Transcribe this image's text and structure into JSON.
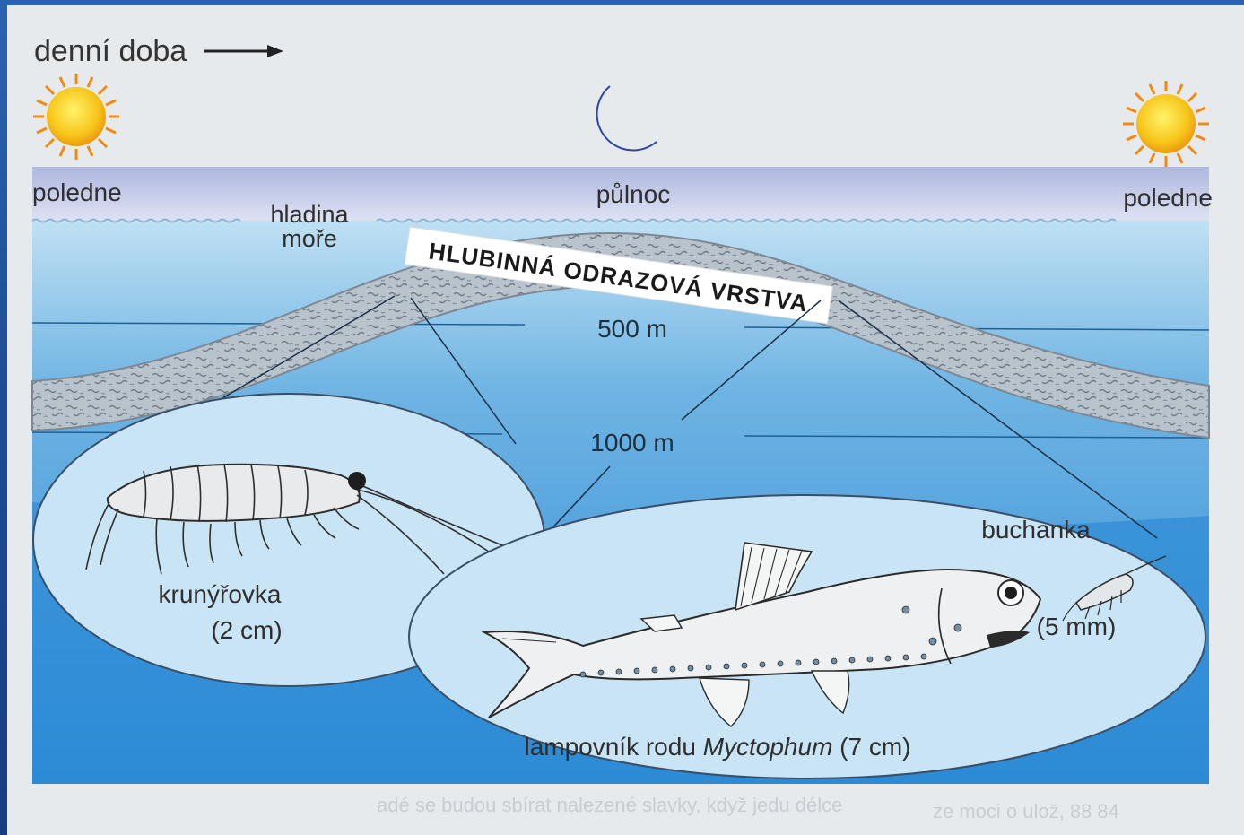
{
  "header": {
    "time_axis_label": "denní doba"
  },
  "sky": {
    "left_label": "poledne",
    "center_label": "půlnoc",
    "right_label": "poledne",
    "icons": [
      "sun-icon",
      "moon-icon",
      "sun-icon"
    ]
  },
  "sea": {
    "surface_label_line1": "hladina",
    "surface_label_line2": "moře",
    "layer_label": "HLUBINNÁ ODRAZOVÁ VRSTVA",
    "depth_500": "500 m",
    "depth_1000": "1000 m"
  },
  "organisms": {
    "krill_name": "krunýřovka",
    "krill_size": "(2 cm)",
    "copepod_name": "buchanka",
    "copepod_size": "(5 mm)",
    "fish_name_prefix": "lampovník rodu ",
    "fish_genus": "Myctophum",
    "fish_size": " (7 cm)"
  },
  "colors": {
    "background_blue": "#1e4f95",
    "paper": "#e6eaec",
    "sky_band": "#c5cde9",
    "water_light": "#a8d2ec",
    "water_deep": "#2f8fd8",
    "layer_speckle": "#a8b2bd",
    "sun": "#f6c21a",
    "moon": "#3f5fcf"
  },
  "bottom_text": {
    "left": "adé se budou sbírat nalezené slavky, když jedu délce",
    "right": "ze moci o ulož, 88 84"
  }
}
